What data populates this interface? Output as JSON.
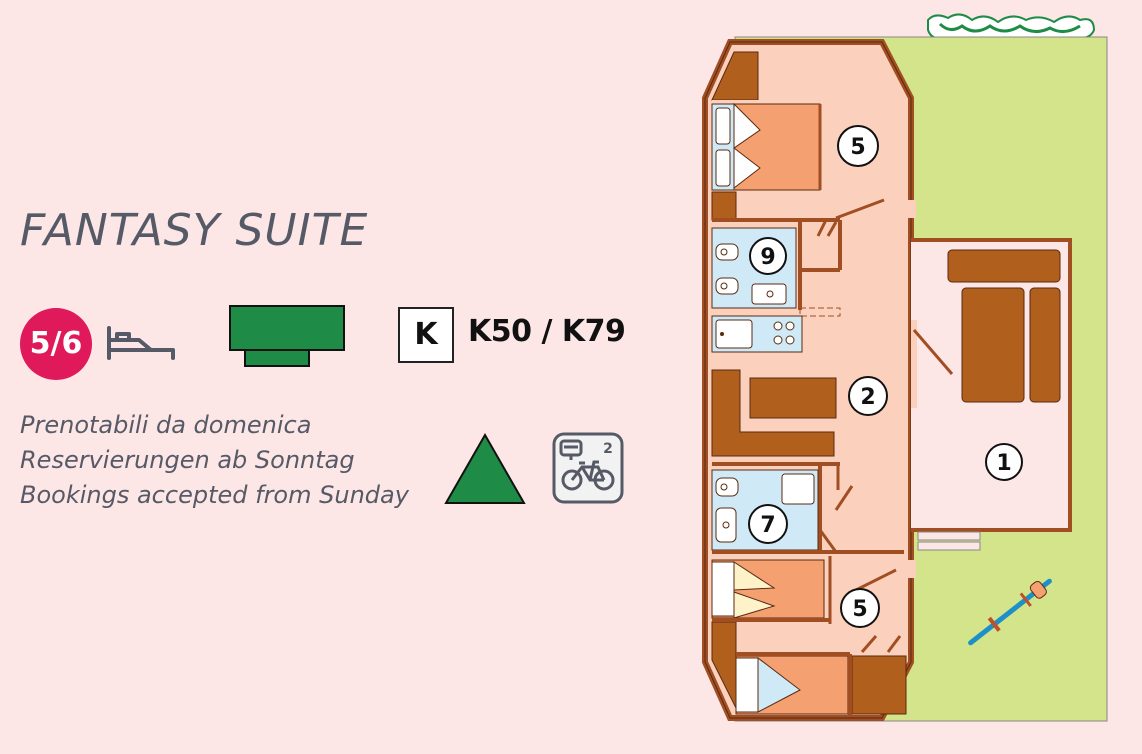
{
  "header": {
    "title": "FANTASY SUITE"
  },
  "info": {
    "capacity": "5/6",
    "k_label": "K",
    "k_models": "K50 / K79",
    "bike_count": "2"
  },
  "booking": {
    "lines": [
      "Prenotabili da domenica",
      "Reservierungen ab Sonntag",
      "Bookings accepted from Sunday"
    ]
  },
  "floorplan": {
    "labels": {
      "veranda": "1",
      "living": "2",
      "bedroom_top": "5",
      "bedroom_bottom": "5",
      "bath_bottom": "7",
      "bath_top": "9"
    }
  },
  "icons": {
    "bed": "bed-icon",
    "pitch": "green-pitch-icon",
    "tent": "green-triangle-icon",
    "trailer_bike": "trailer-bike-icon",
    "hedge": "hedge-icon",
    "bicycle": "bicycle-icon"
  },
  "colors": {
    "background": "#fde6e6",
    "capacity_badge": "#e01a5a",
    "green": "#1e8c46",
    "garden": "#d4e48a",
    "wall": "#a04e22",
    "furniture": "#b0601c",
    "room_fill": "#fbd1bd",
    "bath_fill": "#cfeaf6"
  }
}
